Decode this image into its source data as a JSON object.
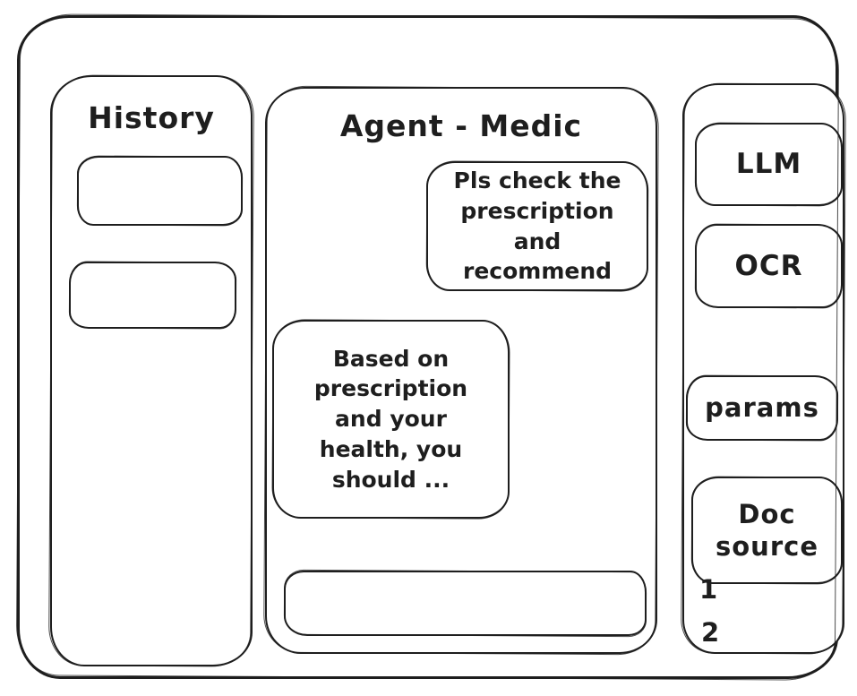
{
  "app": {
    "stroke_color": "#1e1e1e",
    "background_color": "#ffffff"
  },
  "history_panel": {
    "title": "History"
  },
  "chat_panel": {
    "title": "Agent - Medic",
    "messages": [
      {
        "role": "user",
        "text": "Pls check the\nprescription\nand recommend"
      },
      {
        "role": "assistant",
        "text": "Based on\nprescription\nand your\nhealth, you\nshould ..."
      }
    ],
    "input": {
      "value": "",
      "placeholder": ""
    }
  },
  "tools_panel": {
    "buttons": [
      {
        "id": "llm",
        "label": "LLM"
      },
      {
        "id": "ocr",
        "label": "OCR"
      },
      {
        "id": "params",
        "label": "params"
      },
      {
        "id": "doc-source",
        "label": "Doc\nsource"
      }
    ],
    "doc_source_items": [
      {
        "label": "1"
      },
      {
        "label": "2"
      }
    ]
  }
}
